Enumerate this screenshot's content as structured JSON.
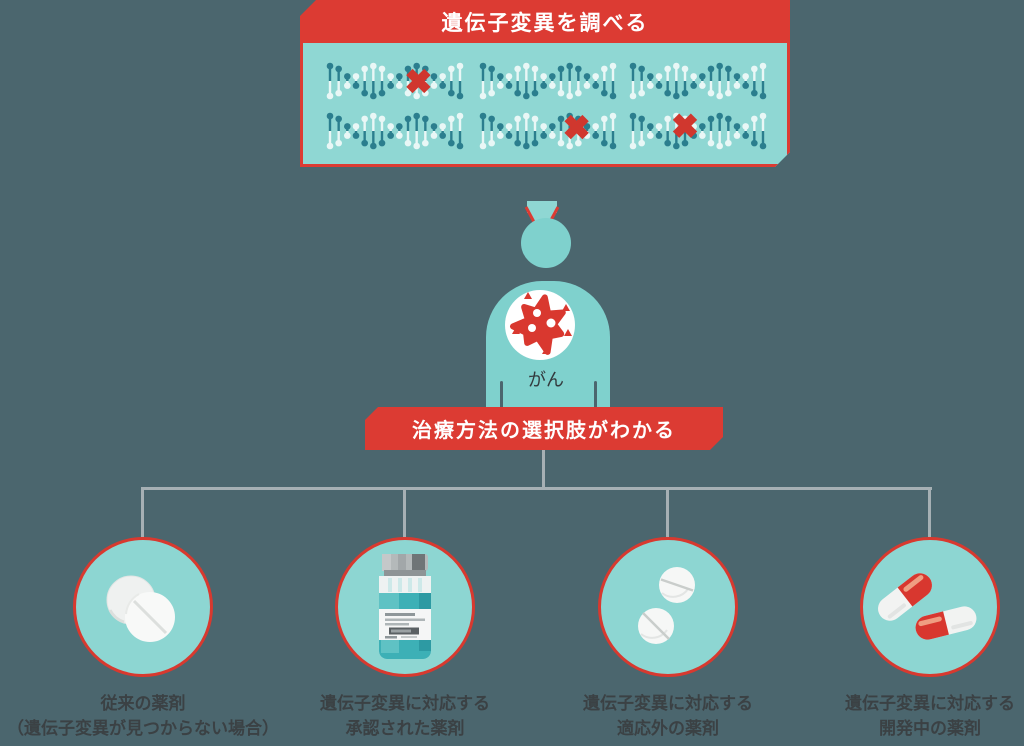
{
  "colors": {
    "background": "#4b666e",
    "accent_red": "#dc3b33",
    "panel_teal": "#8fd7d3",
    "person_teal": "#7fd1cd",
    "dna_dark": "#2b7e8e",
    "dna_light": "#e9f7f6",
    "mutation_x_red": "#d0372e",
    "connector_gray": "#a6b0b4"
  },
  "top_banner": {
    "label": "遺伝子変異を調べる"
  },
  "dna_panel": {
    "icon": "dna-helix-icon",
    "mutations": [
      {
        "col": 0,
        "row": 0,
        "fx": 0.68,
        "fy": 0.5
      },
      {
        "col": 1,
        "row": 1,
        "fx": 0.72,
        "fy": 0.41
      },
      {
        "col": 2,
        "row": 1,
        "fx": 0.4,
        "fy": 0.38
      }
    ]
  },
  "person": {
    "cancer_label": "がん",
    "icon": "cancer-cell-icon"
  },
  "treatment_banner": {
    "label": "治療方法の選択肢がわかる"
  },
  "options": [
    {
      "icon": "round-tablets-overlapping-icon",
      "lines": [
        "従来の薬剤",
        "（遺伝子変異が見つからない場合）"
      ]
    },
    {
      "icon": "medicine-bottle-icon",
      "lines": [
        "遺伝子変異に対応する",
        "承認された薬剤"
      ]
    },
    {
      "icon": "round-tablets-icon",
      "lines": [
        "遺伝子変異に対応する",
        "適応外の薬剤"
      ]
    },
    {
      "icon": "capsules-icon",
      "lines": [
        "遺伝子変異に対応する",
        "開発中の薬剤"
      ]
    }
  ]
}
